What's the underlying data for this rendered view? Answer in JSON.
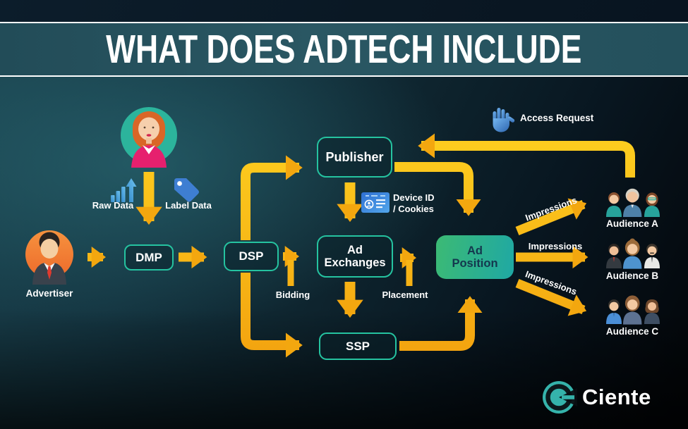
{
  "header": {
    "title": "WHAT DOES ADTECH INCLUDE"
  },
  "nodes": {
    "dmp": "DMP",
    "dsp": "DSP",
    "publisher": "Publisher",
    "ad_exchanges": "Ad Exchanges",
    "ssp": "SSP",
    "ad_position": "Ad Position"
  },
  "labels": {
    "advertiser": "Advertiser",
    "raw_data": "Raw Data",
    "label_data": "Label Data",
    "bidding": "Bidding",
    "placement": "Placement",
    "device_id_line1": "Device ID",
    "device_id_line2": "/ Cookies",
    "access_request": "Access Request",
    "impressions": "Impressions"
  },
  "audiences": [
    {
      "label": "Audience A"
    },
    {
      "label": "Audience B"
    },
    {
      "label": "Audience C"
    }
  ],
  "branding": {
    "name": "Ciente"
  },
  "colors": {
    "node_border_teal": "#25C3A0",
    "arrow_yellow": "#FFD522",
    "arrow_orange": "#F2A00E",
    "ad_position_gradient_start": "#3CBA74",
    "ad_position_gradient_end": "#1FA8A4",
    "icon_blue": "#3E7ED2",
    "title_band": "#2A5763",
    "logo_teal": "#35B3AB"
  }
}
